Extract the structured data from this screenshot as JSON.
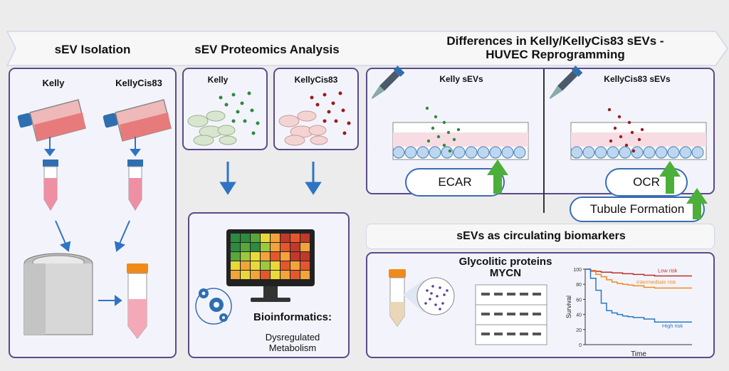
{
  "headers": {
    "isolation": "sEV Isolation",
    "proteomics": "sEV Proteomics Analysis",
    "differences_line1": "Differences in Kelly/KellyCis83 sEVs -",
    "differences_line2": "HUVEC Reprogramming"
  },
  "isolation": {
    "kelly_label": "Kelly",
    "kellycis_label": "KellyCis83"
  },
  "proteomics": {
    "kelly_label": "Kelly",
    "kellycis_label": "KellyCis83",
    "bioinformatics_label": "Bioinformatics:",
    "bioinformatics_desc_line1": "Dysregulated",
    "bioinformatics_desc_line2": "Metabolism"
  },
  "huvec": {
    "kelly_sevs_label": "Kelly sEVs",
    "kellycis_sevs_label": "KellyCis83 sEVs",
    "ecar_label": "ECAR",
    "ocr_label": "OCR",
    "tubule_label": "Tubule Formation"
  },
  "biomarkers": {
    "title": "sEVs as circulating biomarkers",
    "proteins_line1": "Glycolitic proteins",
    "proteins_line2": "MYCN"
  },
  "colors": {
    "border": "#5a4a8a",
    "arrow_blue": "#2f74c4",
    "green_ev": "#2e8a3e",
    "red_ev": "#9b1c1c",
    "up_arrow": "#4caf3a",
    "low_risk": "#b8322a",
    "intermediate_risk": "#f08a1c",
    "high_risk": "#2a78c2"
  },
  "chart_data": {
    "type": "line",
    "xlabel": "Time",
    "ylabel": "Survival",
    "ylim": [
      0,
      100
    ],
    "yticks": [
      0,
      20,
      40,
      60,
      80,
      100
    ],
    "x": [
      0,
      5,
      10,
      15,
      20,
      25,
      30,
      35,
      40,
      45,
      50,
      55,
      60,
      65,
      70,
      75,
      80,
      85,
      90,
      95,
      100
    ],
    "series": [
      {
        "name": "Low risk",
        "values": [
          100,
          98,
          97,
          96,
          96,
          95,
          95,
          94,
          94,
          93,
          93,
          92,
          92,
          91,
          91,
          91,
          91,
          91,
          91,
          91,
          91
        ]
      },
      {
        "name": "Intermediate risk",
        "values": [
          100,
          97,
          93,
          90,
          86,
          83,
          81,
          80,
          79,
          78,
          78,
          76,
          76,
          75,
          75,
          75,
          75,
          75,
          75,
          75,
          75
        ]
      },
      {
        "name": "High risk",
        "values": [
          100,
          88,
          72,
          55,
          45,
          42,
          40,
          38,
          37,
          36,
          36,
          34,
          34,
          30,
          30,
          30,
          30,
          30,
          30,
          30,
          30
        ]
      }
    ]
  }
}
